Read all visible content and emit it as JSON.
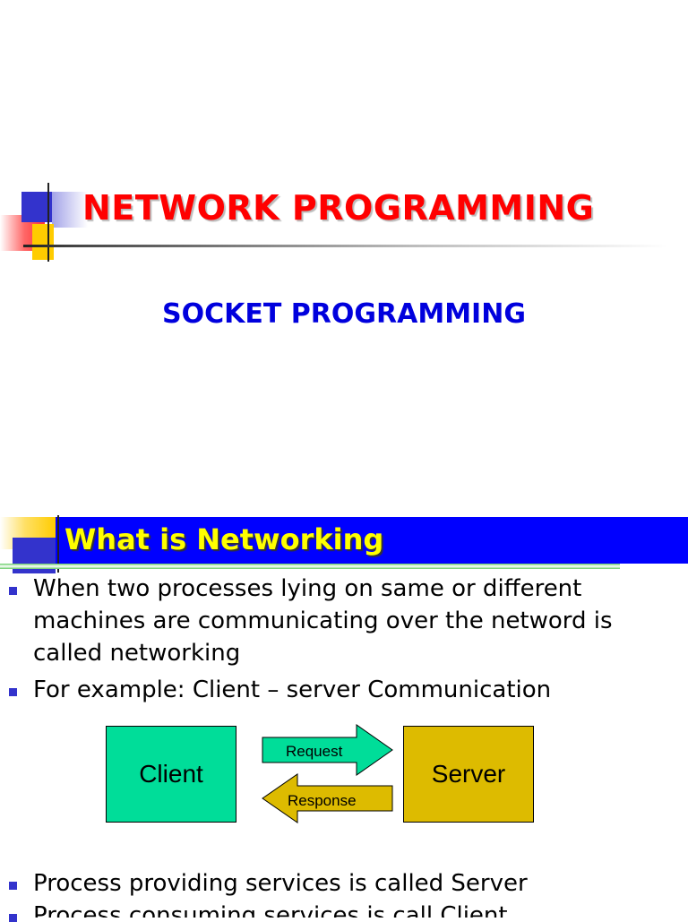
{
  "slide1": {
    "title": "NETWORK PROGRAMMING",
    "subtitle": "SOCKET PROGRAMMING"
  },
  "slide2": {
    "title": "What is Networking",
    "bullets": [
      "When two processes lying on same or different machines are communicating over the netword is called networking",
      "For example: Client – server Communication",
      "Process providing services is called Server",
      "Process consuming services is call Client"
    ],
    "diagram": {
      "client_label": "Client",
      "server_label": "Server",
      "request_label": "Request",
      "response_label": "Response",
      "colors": {
        "client": "#00dd99",
        "server": "#ddbb00",
        "request_arrow": "#00dd99",
        "response_arrow": "#ddbb00"
      }
    }
  },
  "colors": {
    "title1": "#ff0000",
    "subtitle1": "#0000dd",
    "title2_bar": "#0000ff",
    "title2_text": "#ffff00"
  }
}
